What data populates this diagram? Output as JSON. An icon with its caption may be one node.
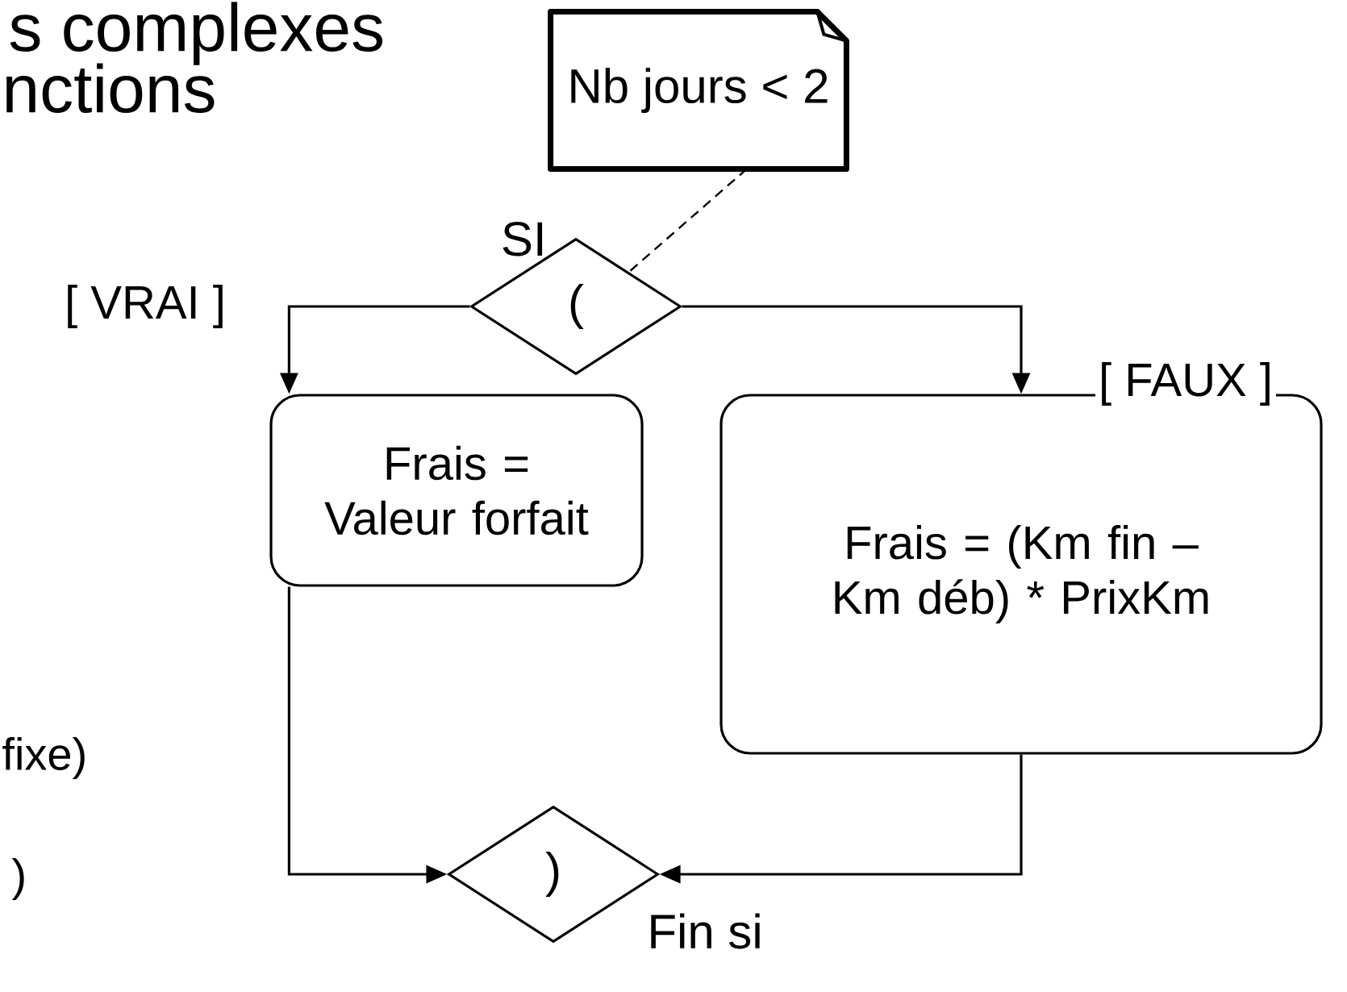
{
  "diagram": {
    "nodes": [
      {
        "text": [
          "Nb jours < 2"
        ]
      },
      {
        "text": [
          "("
        ],
        "beside": [
          "SI"
        ]
      },
      {
        "text": [
          "Frais = Valeur forfait"
        ]
      },
      {
        "text": [
          "Frais = (Km fin – Km déb) * PrixKm"
        ]
      },
      {
        "text": [
          ")"
        ],
        "beside": [
          "Fin si"
        ]
      }
    ],
    "edges": [
      {
        "from": 0,
        "to": 1,
        "arrow": "none",
        "style": "dashed"
      },
      {
        "from": 1,
        "to": 2,
        "arrow": "to",
        "label": "[ VRAI ]"
      },
      {
        "from": 1,
        "to": 3,
        "arrow": "to",
        "label": "[ FAUX ]"
      },
      {
        "from": 2,
        "to": 4,
        "arrow": "to"
      },
      {
        "from": 3,
        "to": 4,
        "arrow": "to"
      }
    ],
    "labels": [
      "s complexes",
      "nctions",
      "fixe)",
      ")"
    ]
  }
}
